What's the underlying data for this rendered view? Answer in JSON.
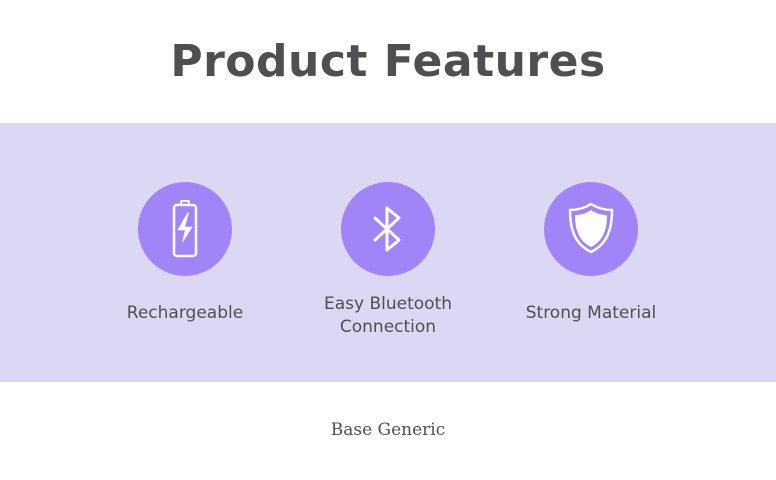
{
  "title": "Product Features",
  "features": [
    {
      "label": "Rechargeable",
      "icon": "battery-charging-icon"
    },
    {
      "label": "Easy Bluetooth Connection",
      "icon": "bluetooth-icon"
    },
    {
      "label": "Strong Material",
      "icon": "shield-icon"
    }
  ],
  "footer": {
    "brand": "Base Generic"
  },
  "colors": {
    "title_text": "#4d4f52",
    "band_background": "#dcd8f4",
    "icon_circle": "#a084f8",
    "icon_glyph": "#ffffff"
  }
}
